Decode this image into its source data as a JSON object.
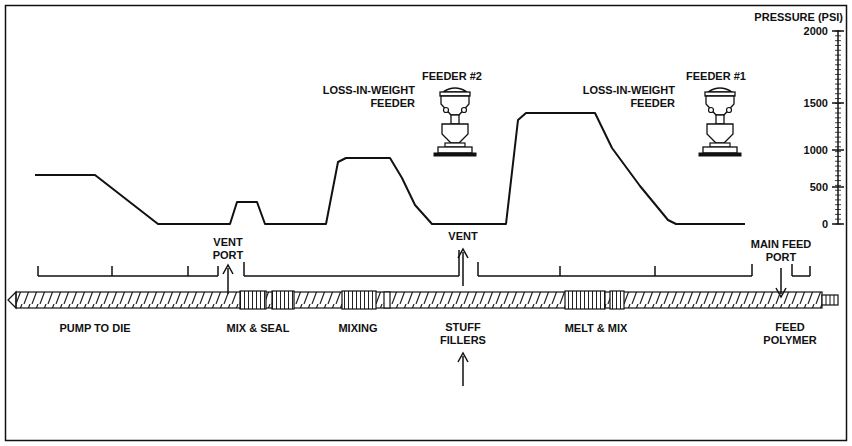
{
  "diagram": {
    "labels": [
      "PRESSURE (PSI)",
      "2000",
      "1500",
      "1000",
      "500",
      "0",
      "LOSS-IN-WEIGHT FEEDER",
      "FEEDER #2",
      "LOSS-IN-WEIGHT FEEDER",
      "FEEDER #1",
      "VENT PORT",
      "VENT",
      "MAIN FEED PORT",
      "PUMP TO DIE",
      "MIX & SEAL",
      "MIXING",
      "STUFF FILLERS",
      "MELT & MIX",
      "FEED POLYMER"
    ]
  }
}
